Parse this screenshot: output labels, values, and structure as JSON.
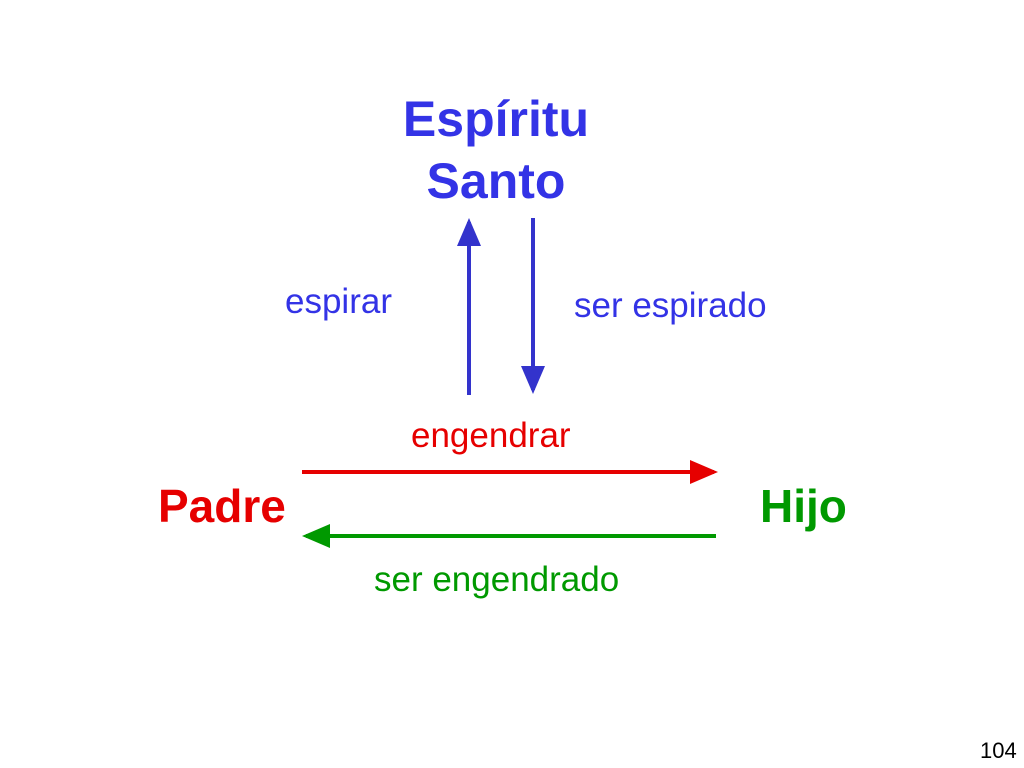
{
  "nodes": {
    "spirit_line1": "Espíritu",
    "spirit_line2": "Santo",
    "father": "Padre",
    "son": "Hijo"
  },
  "relations": {
    "spiration_active": "espirar",
    "spiration_passive": "ser espirado",
    "generation_active": "engendrar",
    "generation_passive": "ser engendrado"
  },
  "page_number": "104",
  "colors": {
    "spirit": "#3333e6",
    "father": "#e60000",
    "son": "#009900",
    "arrow_up": "#3333cc",
    "arrow_down": "#3333cc",
    "arrow_right": "#e60000",
    "arrow_left": "#009900"
  }
}
